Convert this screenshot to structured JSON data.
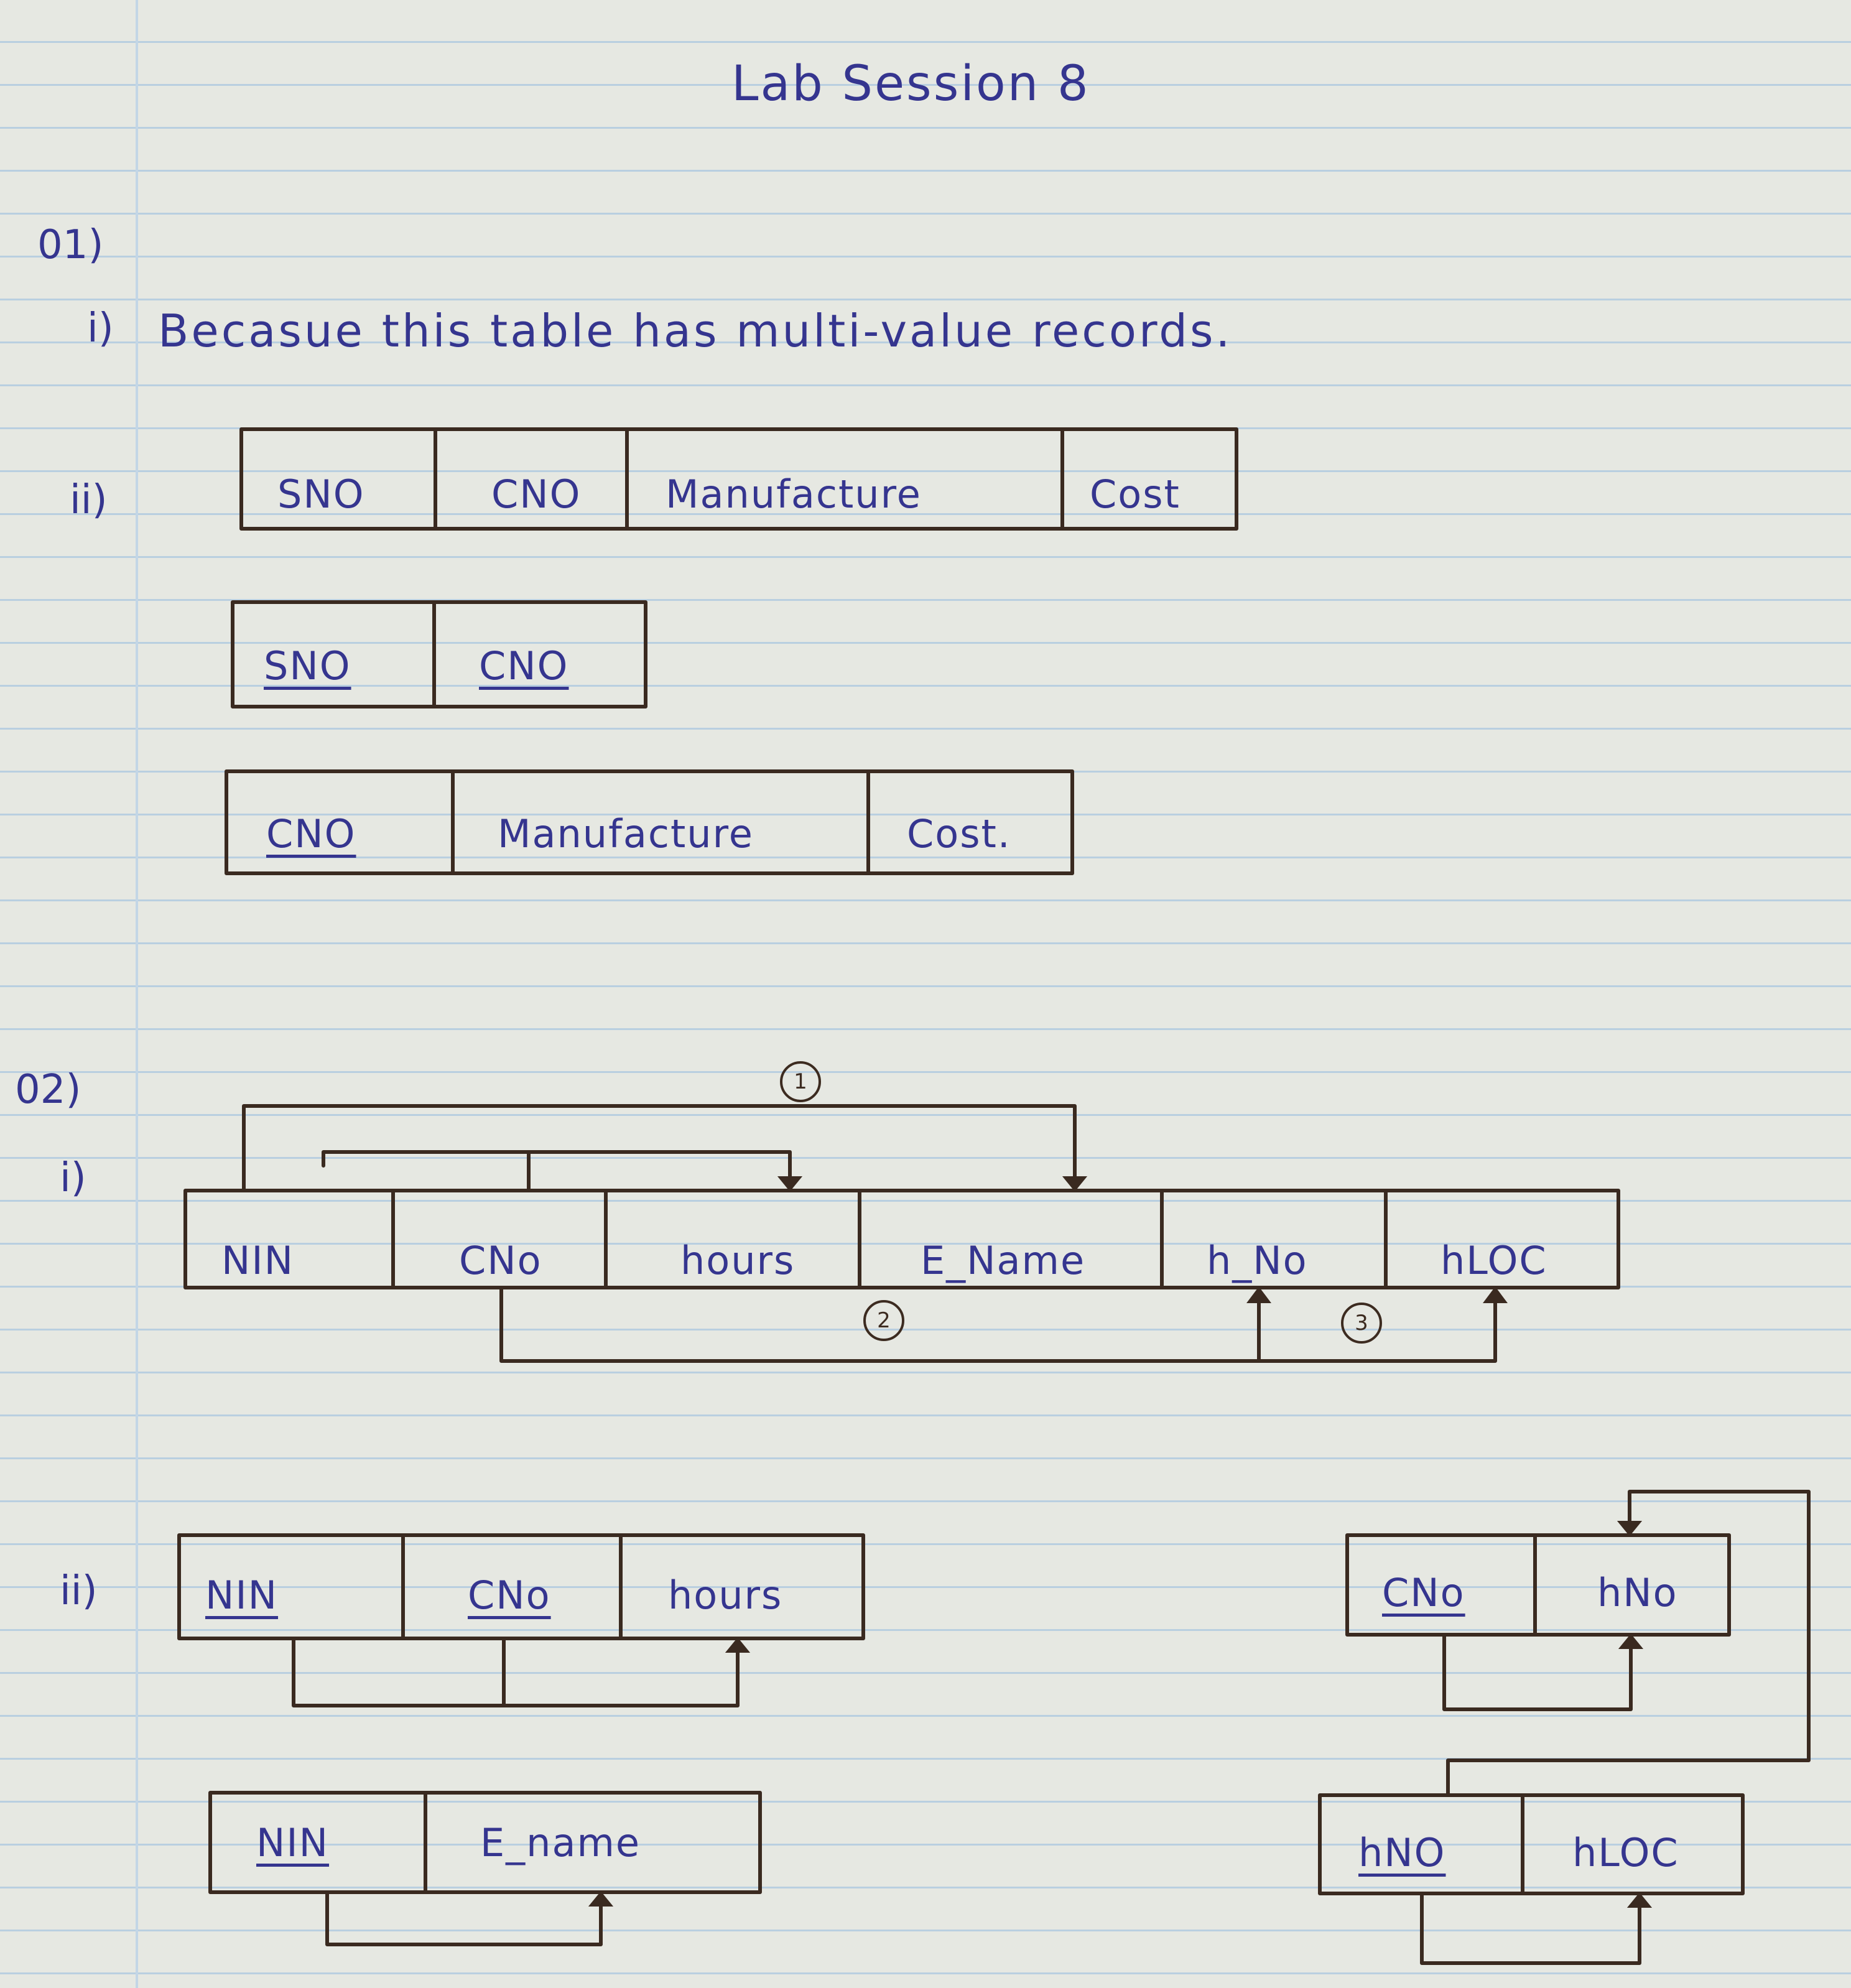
{
  "title": "Lab Session 8",
  "q1": {
    "label": "01)",
    "part_i": {
      "label": "i)",
      "answer": "Becasue this table has multi-value records."
    },
    "part_ii": {
      "label": "ii)",
      "table_original": [
        "SNO",
        "CNO",
        "Manufacture",
        "Cost"
      ],
      "table_a": [
        "SNO",
        "CNO"
      ],
      "table_b": [
        "CNO",
        "Manufacture",
        "Cost."
      ]
    }
  },
  "q2": {
    "label": "02)",
    "part_i": {
      "label": "i)",
      "table": [
        "NIN",
        "CNo",
        "hours",
        "E_Name",
        "h_No",
        "hLOC"
      ],
      "dependency_markers": [
        "1",
        "2",
        "3"
      ]
    },
    "part_ii": {
      "label": "ii)",
      "table_1": [
        "NIN",
        "CNo",
        "hours"
      ],
      "table_2": [
        "NIN",
        "E_name"
      ],
      "table_3": [
        "CNo",
        "hNo"
      ],
      "table_4": [
        "hNO",
        "hLOC"
      ]
    }
  }
}
